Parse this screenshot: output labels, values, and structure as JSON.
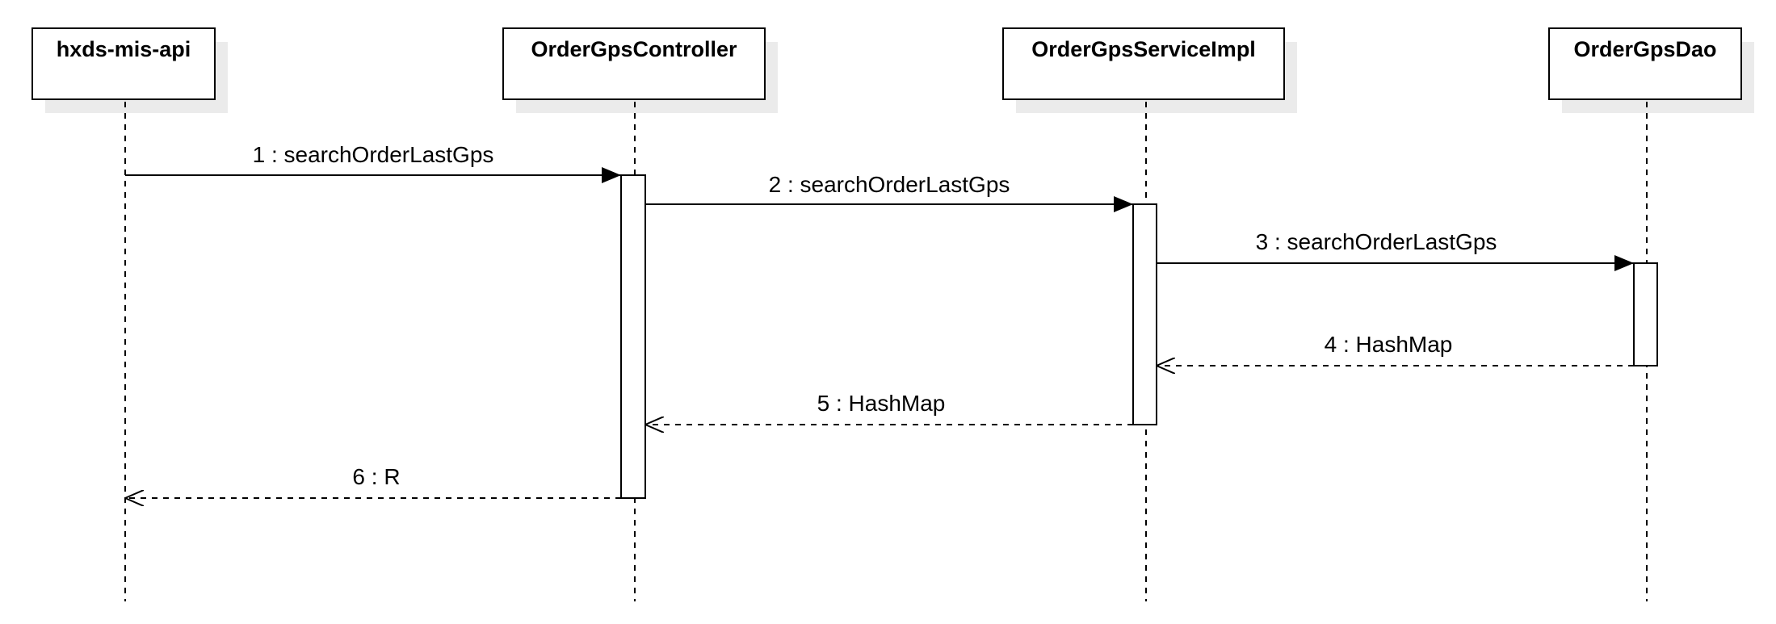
{
  "colors": {
    "stroke": "#000000",
    "shadow": "#ebebeb",
    "background": "#ffffff"
  },
  "participants": [
    {
      "id": "p1",
      "name": "hxds-mis-api"
    },
    {
      "id": "p2",
      "name": "OrderGpsController"
    },
    {
      "id": "p3",
      "name": "OrderGpsServiceImpl"
    },
    {
      "id": "p4",
      "name": "OrderGpsDao"
    }
  ],
  "messages": [
    {
      "from": "p1",
      "to": "p2",
      "kind": "call",
      "label": "1 : searchOrderLastGps"
    },
    {
      "from": "p2",
      "to": "p3",
      "kind": "call",
      "label": "2 : searchOrderLastGps"
    },
    {
      "from": "p3",
      "to": "p4",
      "kind": "call",
      "label": "3 : searchOrderLastGps"
    },
    {
      "from": "p4",
      "to": "p3",
      "kind": "return",
      "label": "4 : HashMap"
    },
    {
      "from": "p3",
      "to": "p2",
      "kind": "return",
      "label": "5 : HashMap"
    },
    {
      "from": "p2",
      "to": "p1",
      "kind": "return",
      "label": "6 : R"
    }
  ]
}
